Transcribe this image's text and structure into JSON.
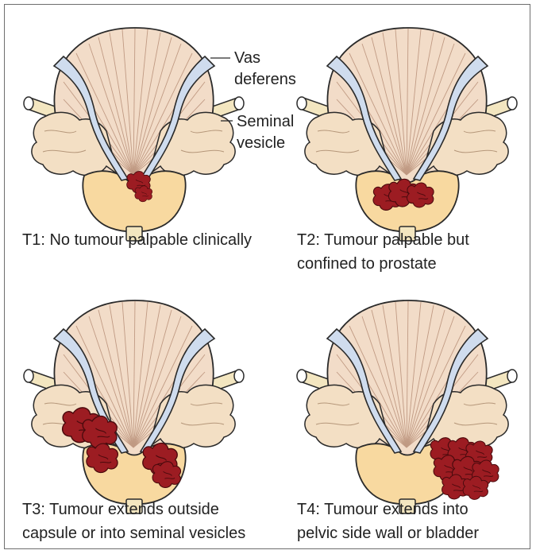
{
  "figure": {
    "labels": {
      "vas_deferens": "Vas\ndeferens",
      "seminal_vesicle": "Seminal\nvesicle"
    },
    "panels": [
      {
        "stage": "T1",
        "caption": "T1: No tumour palpable clinically"
      },
      {
        "stage": "T2",
        "caption": "T2: Tumour palpable but\nconfined to prostate"
      },
      {
        "stage": "T3",
        "caption": "T3: Tumour extends outside\ncapsule or into seminal vesicles"
      },
      {
        "stage": "T4",
        "caption": "T4: Tumour extends into\npelvic side wall or bladder"
      }
    ],
    "colors": {
      "bladder": "#f2dcc8",
      "vas_deferens": "#cfdcee",
      "seminal_vesicle": "#f3dfc4",
      "prostate": "#f8d9a0",
      "ureter": "#f3e6c0",
      "tumour": "#9c1c22",
      "outline": "#2a2a2a"
    }
  }
}
